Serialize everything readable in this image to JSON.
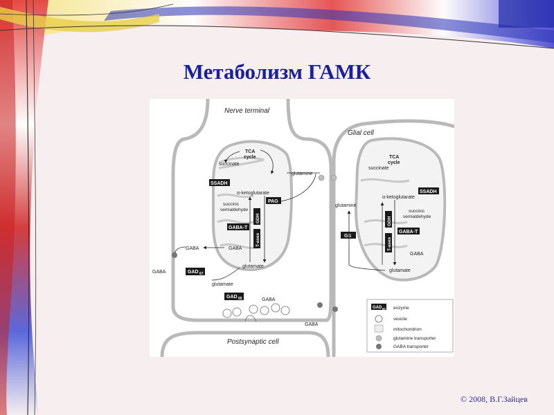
{
  "slide": {
    "title": "Метаболизм ГАМК",
    "copyright": "© 2008, В.Г.Зайцев"
  },
  "diagram": {
    "nerve_terminal": "Nerve terminal",
    "glial_cell": "Glial cell",
    "postsynaptic_cell": "Postsynaptic cell",
    "nt": {
      "tca": "TCA",
      "cycle": "cycle",
      "succinate": "succinate",
      "ssadh": "SSADH",
      "aketoglutarate": "α-ketoglutarate",
      "succinic": "succinic",
      "semialdehyde": "semialdehyde",
      "pag": "PAG",
      "gdh": "GDH",
      "gaba_t": "GABA-T",
      "t_ases": "T-ases",
      "gaba_mito": "GABA",
      "glutamate_mito": "glutamate",
      "glutamine": "glutamine",
      "gaba_cyt": "GABA",
      "gaba_out": "GABA",
      "gad67": "GAD",
      "gad67_sub": "67",
      "glutamate_cyt": "glutamate",
      "gad65": "GAD",
      "gad65_sub": "65",
      "gaba_vesicle": "GABA"
    },
    "glia": {
      "tca": "TCA",
      "cycle": "cycle",
      "succinate": "succinate",
      "ssadh": "SSADH",
      "aketoglutarate": "α-ketoglutarate",
      "succinic": "succinic",
      "semialdehyde": "semialdehyde",
      "gdh": "GDH",
      "gaba_t": "GABA-T",
      "t_ases": "T-ases",
      "gaba": "GABA",
      "glutamate": "glutamate",
      "glutamine": "glutamine",
      "gs": "GS"
    },
    "cleft_gaba": "GABA",
    "legend": {
      "gad_sym": "GAD",
      "gad_sub": "67",
      "enzyme": "enzyme",
      "vesicle": "vesicle",
      "mitochondrion": "mitochondrion",
      "glutamine_transporter": "glutamine transporter",
      "gaba_transporter": "GABA transporter"
    }
  },
  "colors": {
    "title": "#1a1f9e",
    "copyright": "#2a2f8e",
    "enzyme_box": "#1a1a1a",
    "membrane": "#b9b9b9"
  }
}
